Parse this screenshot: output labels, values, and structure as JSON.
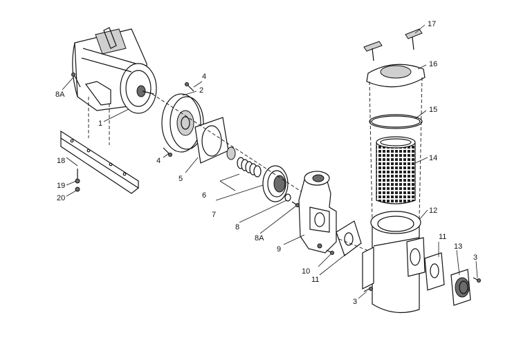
{
  "diagram": {
    "labels": [
      {
        "id": "1",
        "text": "1"
      },
      {
        "id": "2",
        "text": "2"
      },
      {
        "id": "3a",
        "text": "3"
      },
      {
        "id": "3b",
        "text": "3"
      },
      {
        "id": "4a",
        "text": "4"
      },
      {
        "id": "4b",
        "text": "4"
      },
      {
        "id": "5",
        "text": "5"
      },
      {
        "id": "6",
        "text": "6"
      },
      {
        "id": "7",
        "text": "7"
      },
      {
        "id": "8",
        "text": "8"
      },
      {
        "id": "8Aa",
        "text": "8A"
      },
      {
        "id": "8Ab",
        "text": "8A"
      },
      {
        "id": "9",
        "text": "9"
      },
      {
        "id": "10",
        "text": "10"
      },
      {
        "id": "11a",
        "text": "11"
      },
      {
        "id": "11b",
        "text": "11"
      },
      {
        "id": "12",
        "text": "12"
      },
      {
        "id": "13",
        "text": "13"
      },
      {
        "id": "14",
        "text": "14"
      },
      {
        "id": "15",
        "text": "15"
      },
      {
        "id": "16",
        "text": "16"
      },
      {
        "id": "17",
        "text": "17"
      },
      {
        "id": "18",
        "text": "18"
      },
      {
        "id": "19",
        "text": "19"
      },
      {
        "id": "20",
        "text": "20"
      }
    ]
  }
}
